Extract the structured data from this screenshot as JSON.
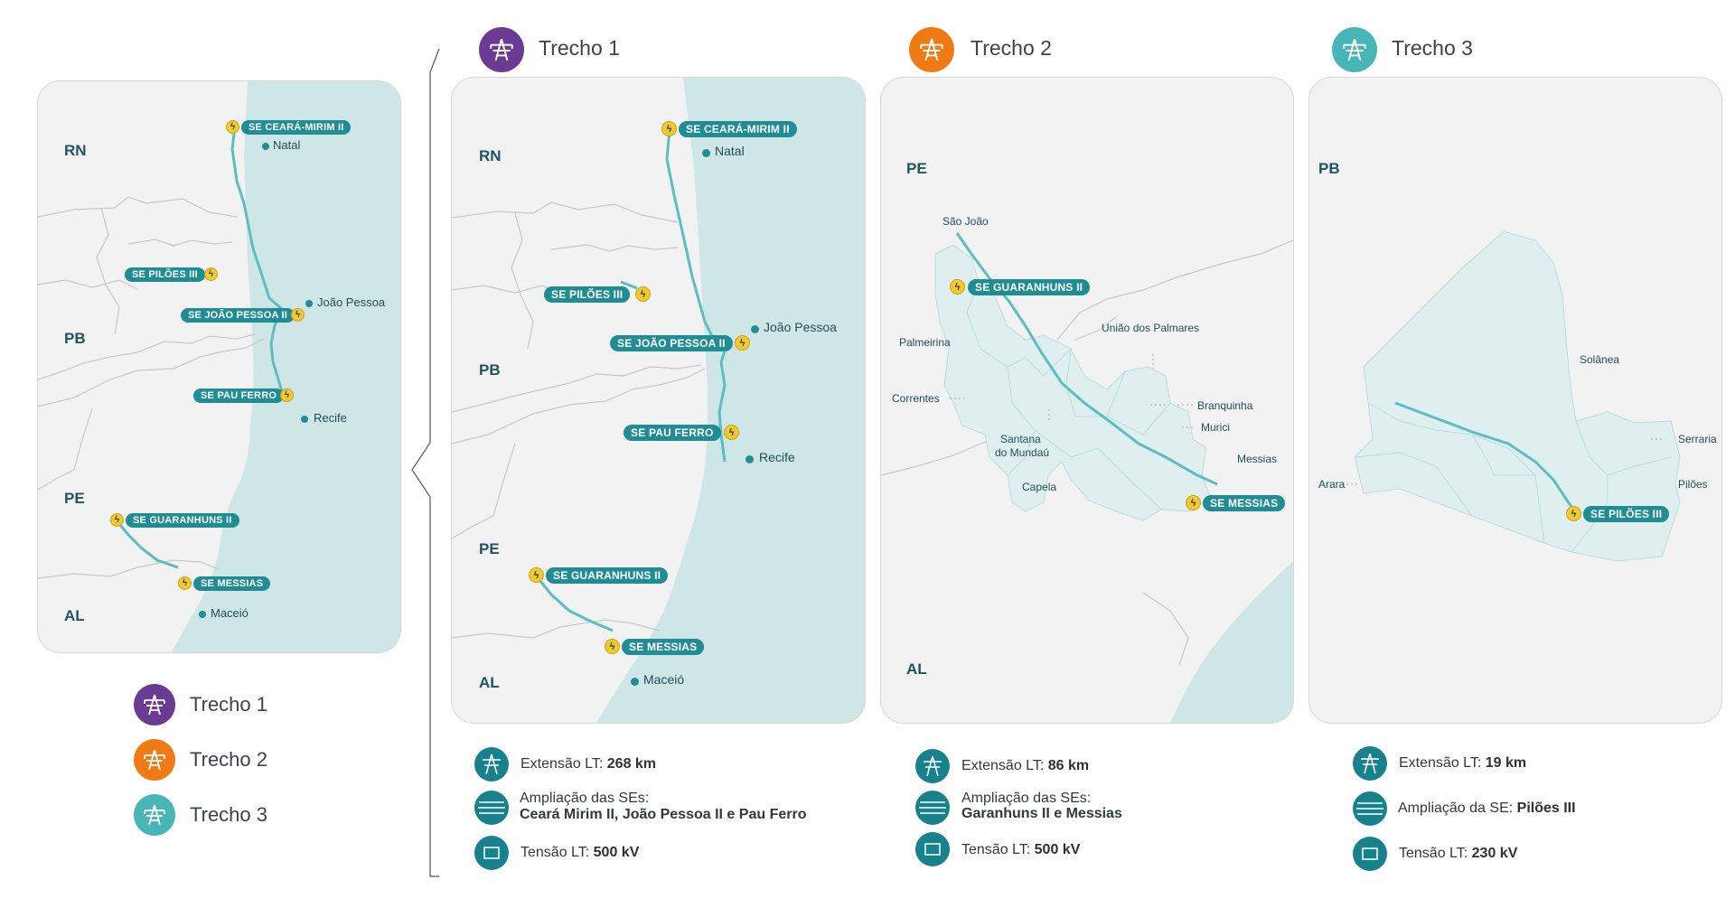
{
  "colors": {
    "trecho1": "#6b3b94",
    "trecho2": "#f07b14",
    "trecho3": "#48b6b6",
    "sea": "#cfe6e7",
    "teal": "#1f8d93",
    "bolt": "#f6c82b"
  },
  "icons": {
    "tower": "transmission-tower-icon",
    "bolt": "lightning-bolt-icon"
  },
  "overview": {
    "states": [
      "RN",
      "PB",
      "PE",
      "AL"
    ],
    "cities": [
      "Natal",
      "João Pessoa",
      "Recife",
      "Maceió"
    ],
    "substations": [
      "SE CEARÁ-MIRIM II",
      "SE PILÕES III",
      "SE JOÃO PESSOA II",
      "SE PAU FERRO",
      "SE GUARANHUNS II",
      "SE MESSIAS"
    ]
  },
  "legend": [
    "Trecho 1",
    "Trecho 2",
    "Trecho 3"
  ],
  "trecho1": {
    "title": "Trecho 1",
    "states": [
      "RN",
      "PB",
      "PE",
      "AL"
    ],
    "cities": [
      "Natal",
      "João Pessoa",
      "Recife",
      "Maceió"
    ],
    "substations": [
      "SE CEARÁ-MIRIM II",
      "SE PILÕES III",
      "SE JOÃO PESSOA II",
      "SE PAU FERRO",
      "SE GUARANHUNS II",
      "SE MESSIAS"
    ],
    "info": {
      "ext_label": "Extensão LT:",
      "ext_value": "268 km",
      "amp_label": "Ampliação das SEs:",
      "amp_value": "Ceará Mirim II, João Pessoa II e Pau Ferro",
      "ten_label": "Tensão LT:",
      "ten_value": "500 kV"
    }
  },
  "trecho2": {
    "title": "Trecho 2",
    "states": [
      "PE",
      "AL"
    ],
    "places": [
      "São João",
      "Palmeirina",
      "Correntes",
      "União dos Palmares",
      "Branquinha",
      "Murici",
      "Santana",
      "do Mundaú",
      "Messias",
      "Capela"
    ],
    "substations": [
      "SE GUARANHUNS II",
      "SE MESSIAS"
    ],
    "info": {
      "ext_label": "Extensão LT:",
      "ext_value": "86 km",
      "amp_label": "Ampliação das SEs:",
      "amp_value": "Garanhuns II e Messias",
      "ten_label": "Tensão LT:",
      "ten_value": "500 kV"
    }
  },
  "trecho3": {
    "title": "Trecho 3",
    "states": [
      "PB"
    ],
    "places": [
      "Solânea",
      "Serraria",
      "Arara",
      "Pilões"
    ],
    "substations": [
      "SE PILÕES III"
    ],
    "info": {
      "ext_label": "Extensão LT:",
      "ext_value": "19 km",
      "amp_label": "Ampliação da SE:",
      "amp_value": "Pilões III",
      "ten_label": "Tensão LT:",
      "ten_value": "230 kV"
    }
  }
}
